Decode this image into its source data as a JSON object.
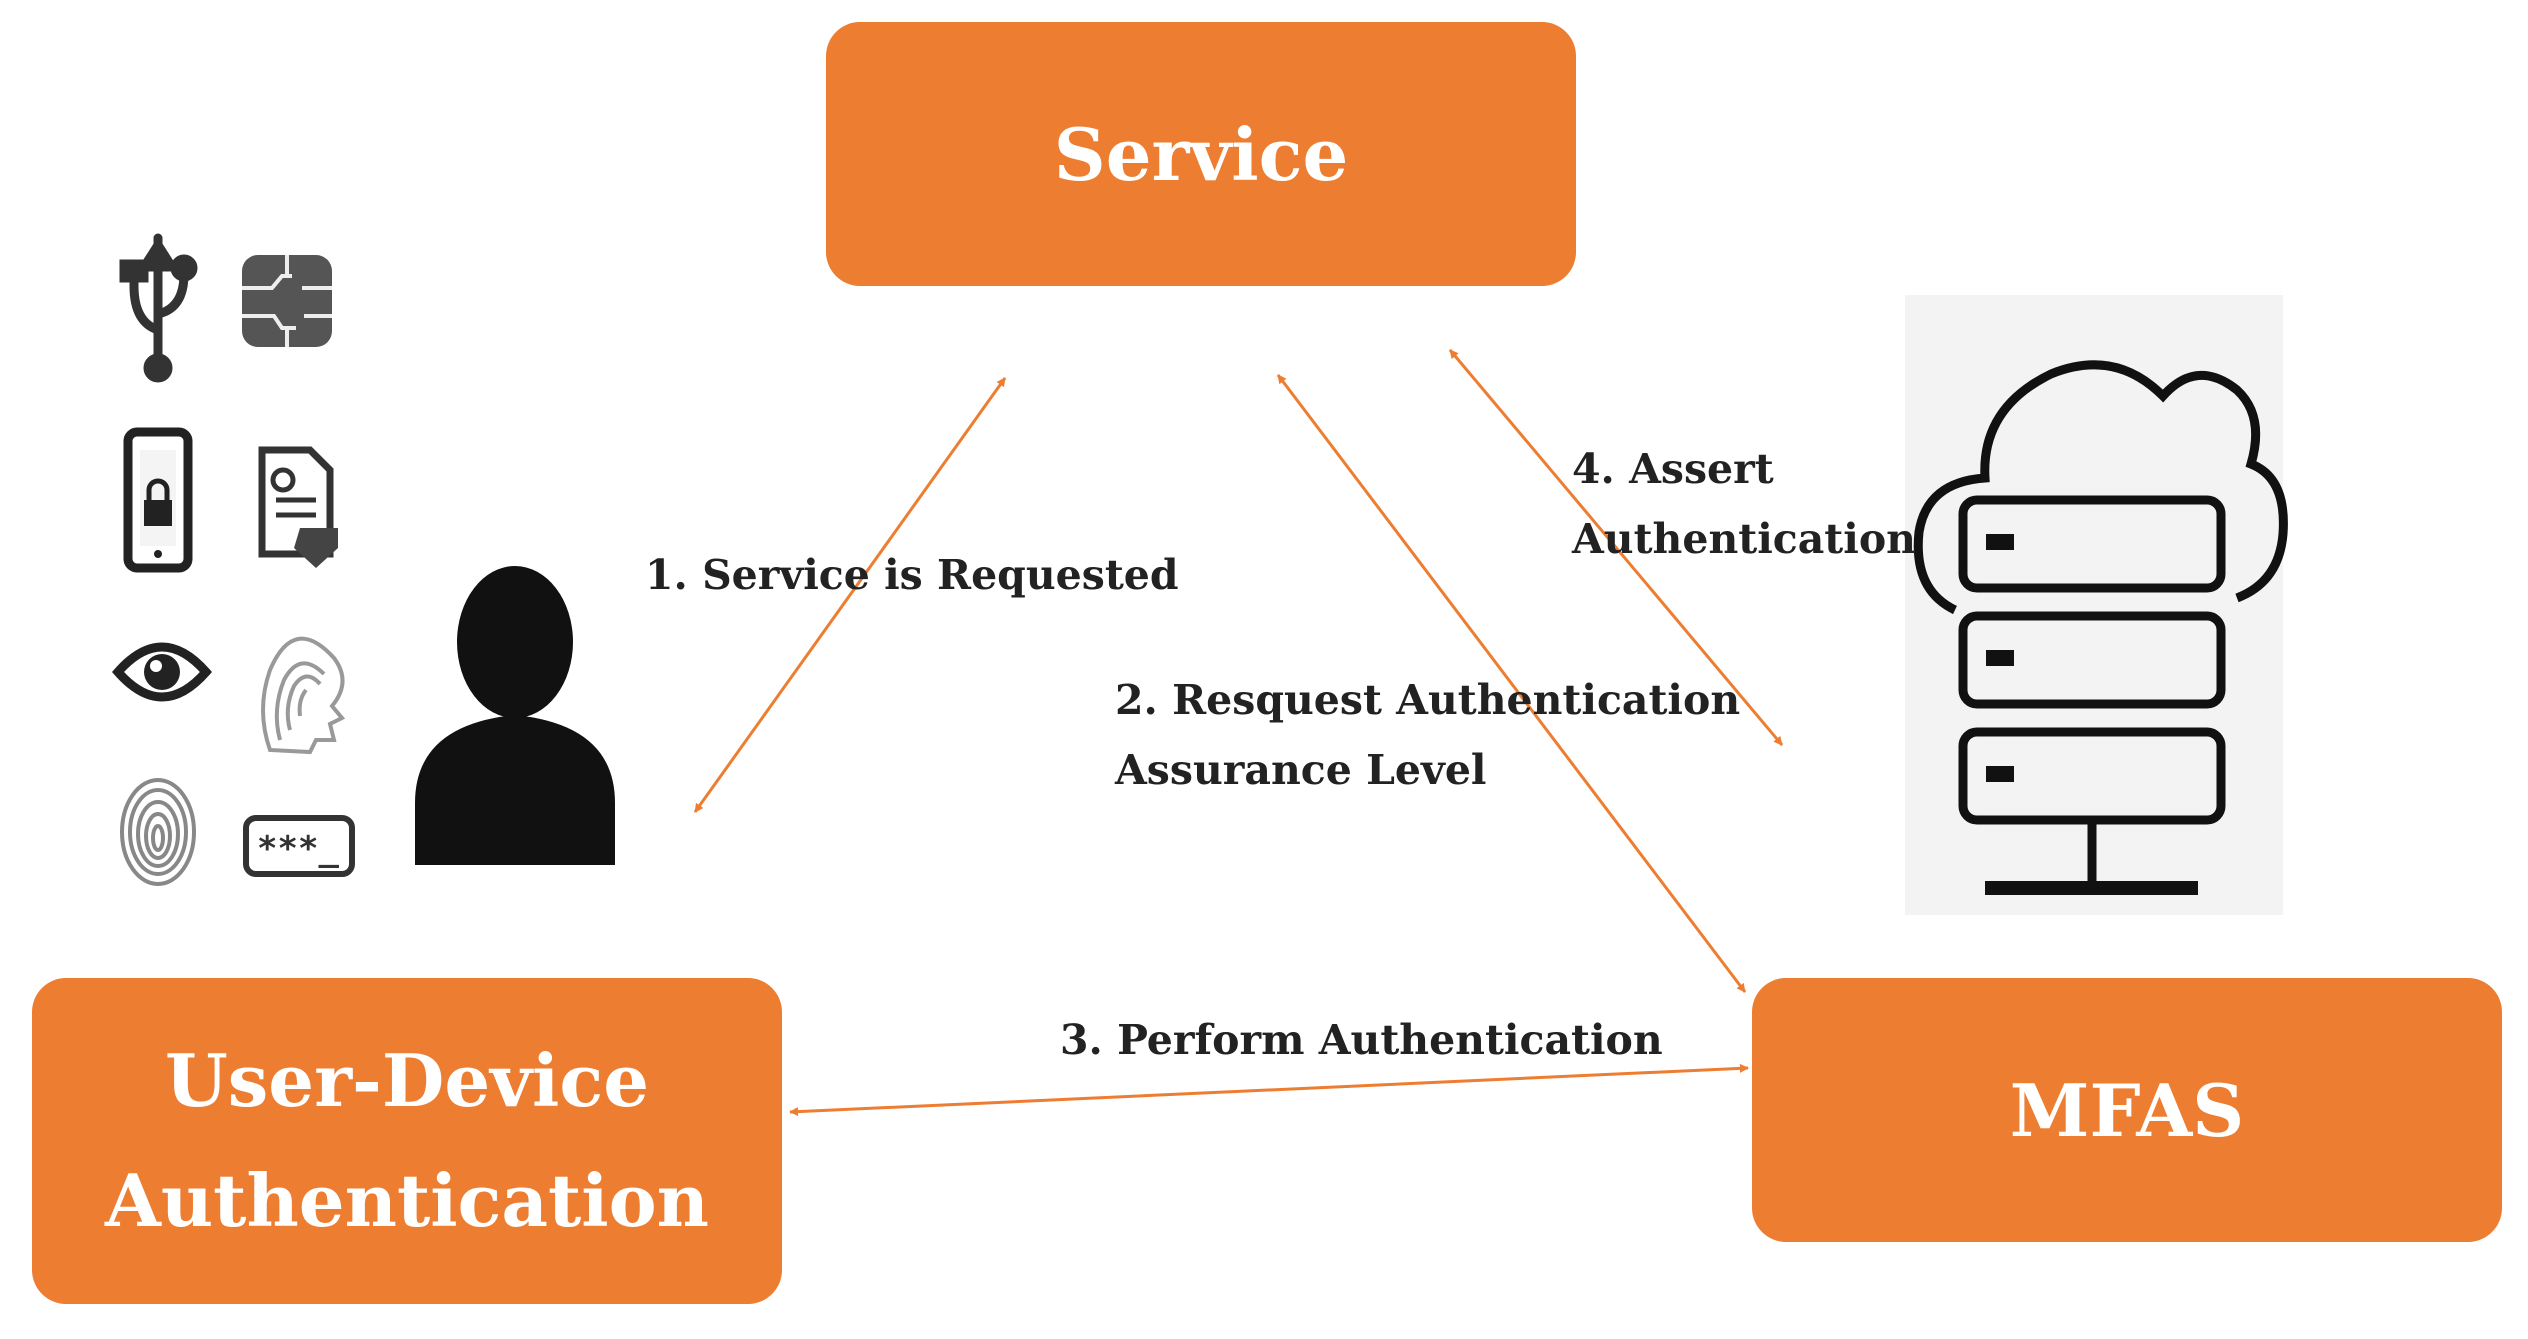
{
  "nodes": {
    "service": "Service",
    "user_device_line1": "User-Device",
    "user_device_line2": "Authentication",
    "mfas": "MFAS"
  },
  "edges": {
    "step1": "1. Service is Requested",
    "step2_line1": "2. Resquest Authentication",
    "step2_line2": "Assurance Level",
    "step3": "3. Perform Authentication",
    "step4_line1": "4. Assert",
    "step4_line2": "Authentication"
  },
  "icons": [
    "usb-icon",
    "smart-card-chip-icon",
    "mobile-lock-icon",
    "digital-certificate-icon",
    "eye-icon",
    "face-biometric-icon",
    "fingerprint-icon",
    "password-field-icon",
    "user-icon",
    "cloud-server-icon"
  ],
  "colors": {
    "accent": "#ED7D31",
    "arrow": "#ED7D31",
    "text": "#222222",
    "node_text": "#ffffff"
  },
  "password_mask": "***_"
}
